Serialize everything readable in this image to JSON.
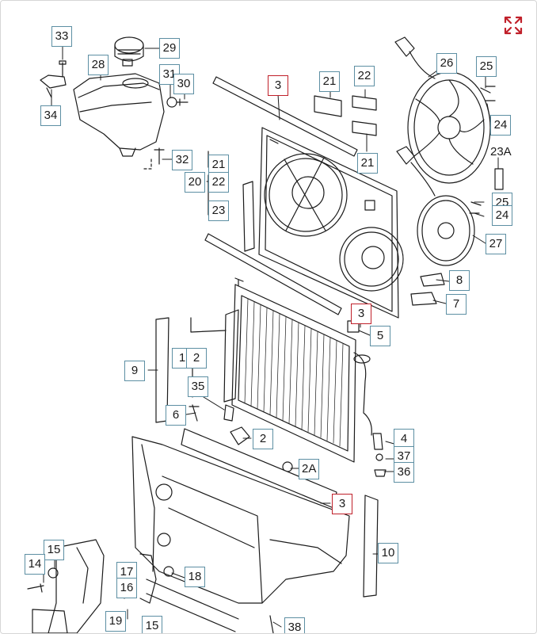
{
  "diagram": {
    "highlight_color": "#c0202a",
    "callout_border_color": "#5d8fa3",
    "expand_icon": "expand-arrows-icon",
    "callouts": {
      "c33": "33",
      "c29": "29",
      "c28": "28",
      "c31": "31",
      "c30": "30",
      "c34": "34",
      "c32": "32",
      "c3top": "3",
      "c21a": "21",
      "c22a": "22",
      "c21b": "21",
      "c21c": "21",
      "c20": "20",
      "c22b": "22",
      "c23": "23",
      "c26": "26",
      "c25a": "25",
      "c24a": "24",
      "c23a": "23A",
      "c25b": "25",
      "c24b": "24",
      "c27": "27",
      "c8": "8",
      "c7": "7",
      "c3mid": "3",
      "c5": "5",
      "c1": "1",
      "c2a": "2",
      "c9": "9",
      "c35": "35",
      "c6": "6",
      "c2b": "2",
      "c4": "4",
      "c37": "37",
      "c36": "36",
      "c2A": "2A",
      "c3bot": "3",
      "c10": "10",
      "c15a": "15",
      "c14": "14",
      "c17": "17",
      "c16": "16",
      "c18": "18",
      "c19": "19",
      "c15b": "15",
      "c38": "38"
    }
  }
}
